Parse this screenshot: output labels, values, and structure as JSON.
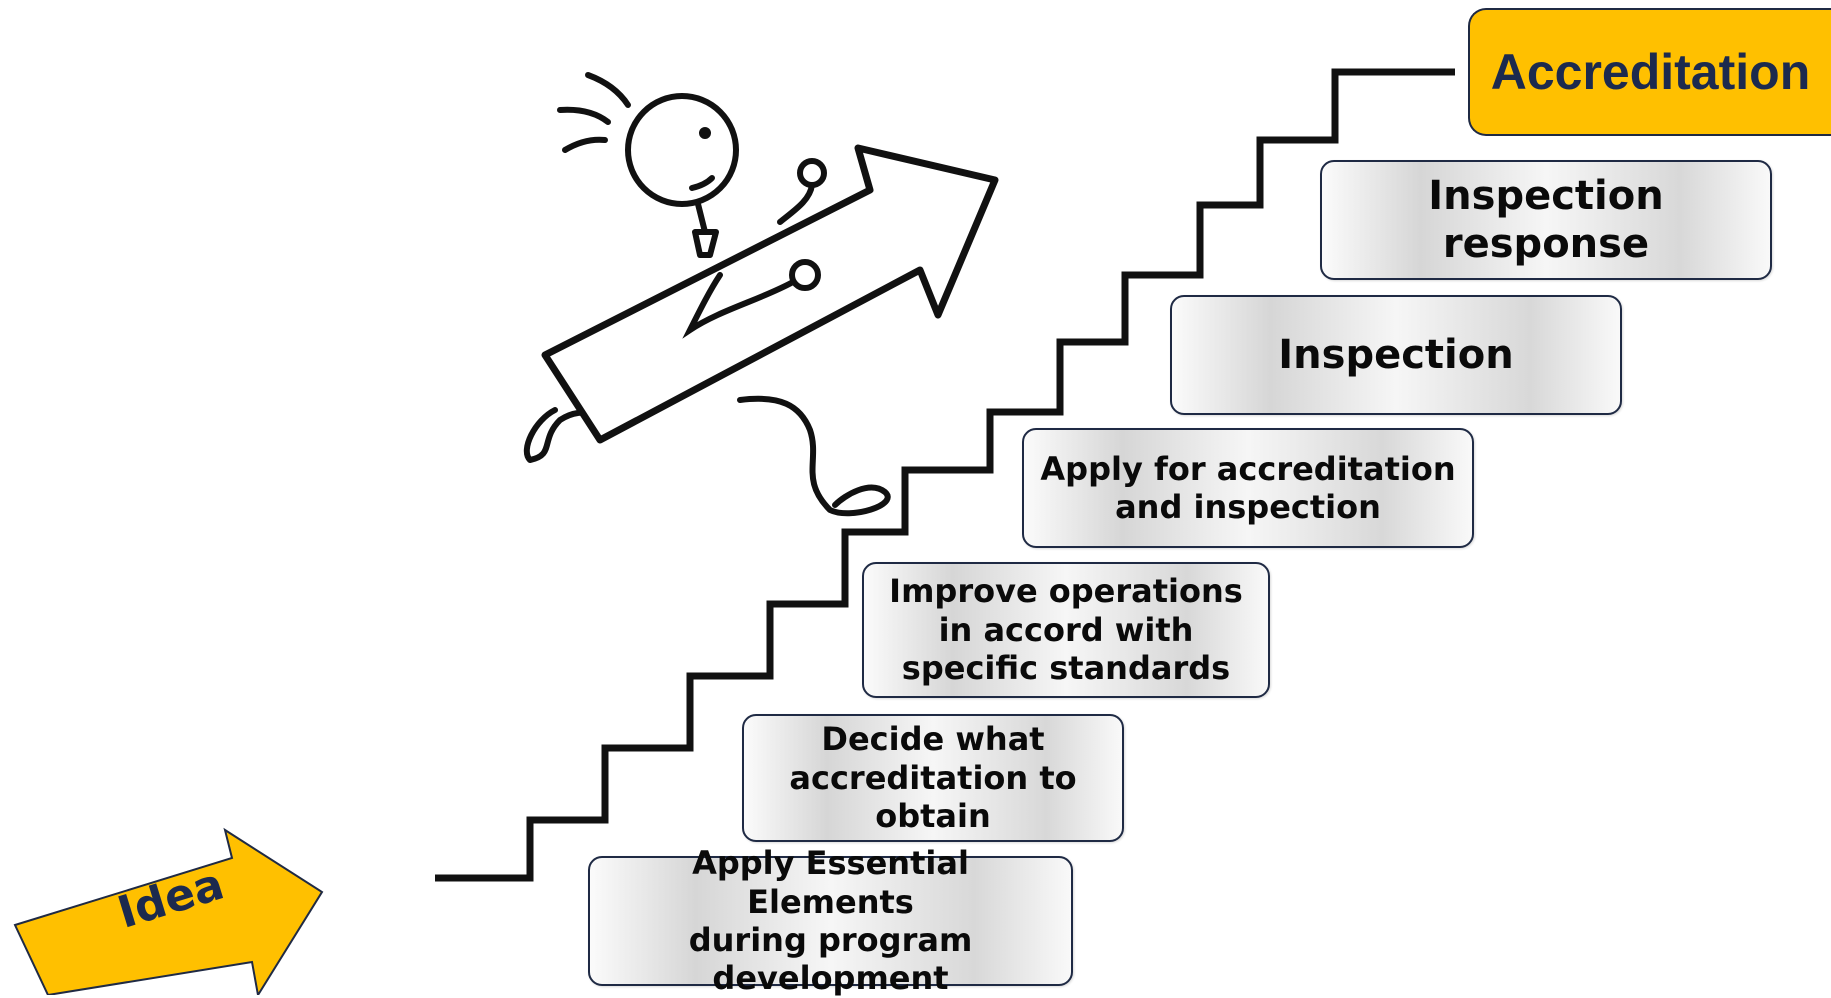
{
  "goal": {
    "label": "Accreditation",
    "color": "#ffc000"
  },
  "start": {
    "label": "Idea",
    "color": "#ffc000"
  },
  "steps": [
    {
      "label": "Apply Essential Elements\nduring program\ndevelopment"
    },
    {
      "label": "Decide what\naccreditation to\nobtain"
    },
    {
      "label": "Improve operations\nin accord with\nspecific standards"
    },
    {
      "label": "Apply for accreditation\nand inspection"
    },
    {
      "label": "Inspection"
    },
    {
      "label": "Inspection response"
    }
  ],
  "illustration": {
    "figure": "stick-figure-climbing-stairs",
    "carried_item": "arrow-up-right-icon"
  },
  "colors": {
    "box_border": "#1f2a44",
    "text_dark": "#1c2a4e"
  }
}
